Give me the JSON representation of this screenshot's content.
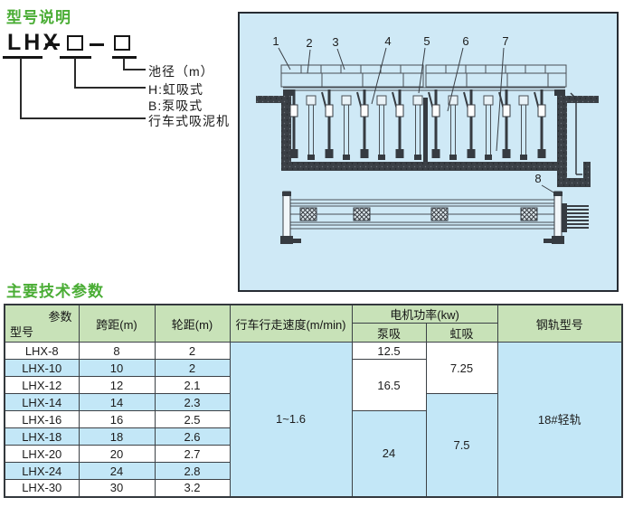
{
  "colors": {
    "accent_green": "#4aad35",
    "table_header_green": "#c8e2b8",
    "highlight_blue": "#c3e7f7",
    "diagram_background": "#cfe9f6"
  },
  "sections": {
    "model_title": "型号说明",
    "params_title": "主要技术参数"
  },
  "legend": {
    "prefix": "LHX",
    "pool_diameter": "池径（m）",
    "siphon_label": "H:虹吸式",
    "pump_label": "B:泵吸式",
    "machine_label": "行车式吸泥机"
  },
  "diagram": {
    "callouts": [
      "1",
      "2",
      "3",
      "4",
      "5",
      "6",
      "7",
      "8"
    ]
  },
  "table": {
    "header": {
      "corner_top": "参数",
      "corner_bottom": "型号",
      "span": "跨距(m)",
      "wheelbase": "轮距(m)",
      "speed": "行车行走速度(m/min)",
      "motor_power": "电机功率(kw)",
      "pump": "泵吸",
      "siphon": "虹吸",
      "rail": "钢轨型号"
    },
    "rows": [
      {
        "model": "LHX-8",
        "span": "8",
        "wheelbase": "2"
      },
      {
        "model": "LHX-10",
        "span": "10",
        "wheelbase": "2"
      },
      {
        "model": "LHX-12",
        "span": "12",
        "wheelbase": "2.1"
      },
      {
        "model": "LHX-14",
        "span": "14",
        "wheelbase": "2.3"
      },
      {
        "model": "LHX-16",
        "span": "16",
        "wheelbase": "2.5"
      },
      {
        "model": "LHX-18",
        "span": "18",
        "wheelbase": "2.6"
      },
      {
        "model": "LHX-20",
        "span": "20",
        "wheelbase": "2.7"
      },
      {
        "model": "LHX-24",
        "span": "24",
        "wheelbase": "2.8"
      },
      {
        "model": "LHX-30",
        "span": "30",
        "wheelbase": "3.2"
      }
    ],
    "merged": {
      "speed": "1~1.6",
      "pump": [
        "12.5",
        "16.5",
        "24"
      ],
      "siphon": [
        "7.25",
        "7.5"
      ],
      "rail": "18#轻轨"
    }
  }
}
